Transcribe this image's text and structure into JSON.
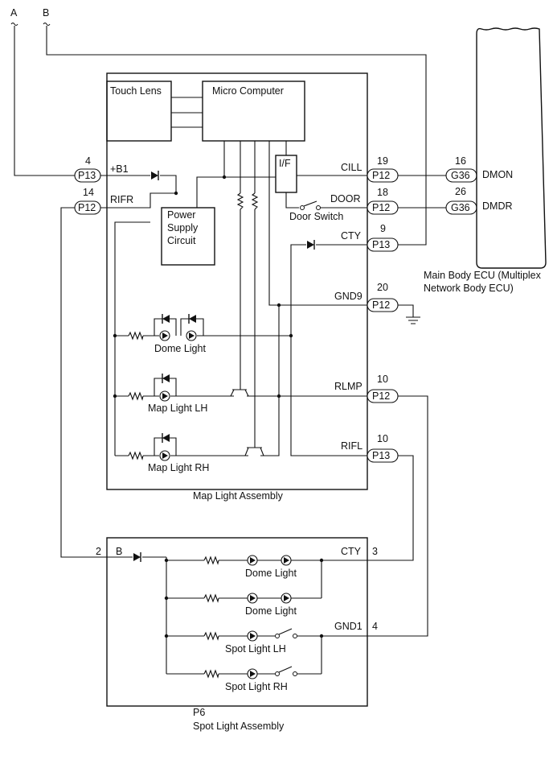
{
  "inputs": {
    "a": "A",
    "b": "B"
  },
  "map_light_assembly": {
    "label": "Map Light Assembly",
    "touch_lens": "Touch Lens",
    "micro_computer": "Micro Computer",
    "interface": "I/F",
    "power_supply": [
      "Power",
      "Supply",
      "Circuit"
    ],
    "door_switch": "Door Switch",
    "dome_light": "Dome Light",
    "map_light_lh": "Map Light LH",
    "map_light_rh": "Map Light RH",
    "pins": {
      "b1": {
        "num": "4",
        "conn": "P13",
        "sig": "+B1"
      },
      "rifr": {
        "num": "14",
        "conn": "P12",
        "sig": "RIFR"
      },
      "cill": {
        "num": "19",
        "conn": "P12",
        "sig": "CILL"
      },
      "door": {
        "num": "18",
        "conn": "P12",
        "sig": "DOOR"
      },
      "cty": {
        "num": "9",
        "conn": "P13",
        "sig": "CTY"
      },
      "gnd9": {
        "num": "20",
        "conn": "P12",
        "sig": "GND9"
      },
      "rlmp": {
        "num": "10",
        "conn": "P12",
        "sig": "RLMP"
      },
      "rifl": {
        "num": "10",
        "conn": "P13",
        "sig": "RIFL"
      }
    }
  },
  "main_body_ecu": {
    "label_line1": "Main Body ECU (Multiplex",
    "label_line2": "Network Body ECU)",
    "pins": {
      "dmon": {
        "num": "16",
        "conn": "G36",
        "sig": "DMON"
      },
      "dmdr": {
        "num": "26",
        "conn": "G36",
        "sig": "DMDR"
      }
    }
  },
  "spot_light_assembly": {
    "code": "P6",
    "label": "Spot Light Assembly",
    "pin_b": {
      "num": "2",
      "sig": "B"
    },
    "pin_cty": {
      "num": "3",
      "sig": "CTY"
    },
    "pin_gnd1": {
      "num": "4",
      "sig": "GND1"
    },
    "dome_light_1": "Dome Light",
    "dome_light_2": "Dome Light",
    "spot_light_lh": "Spot Light LH",
    "spot_light_rh": "Spot Light RH"
  }
}
